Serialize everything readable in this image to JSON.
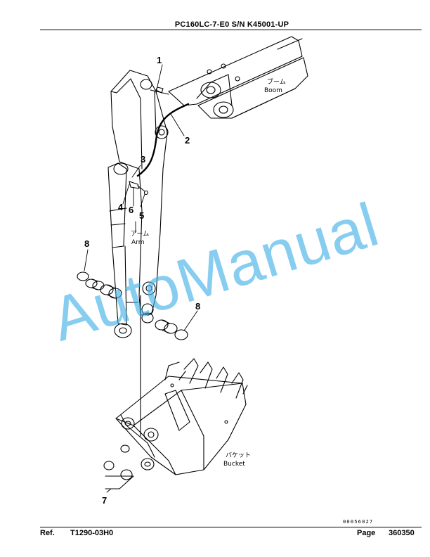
{
  "header": {
    "title": "PC160LC-7-E0 S/N K45001-UP"
  },
  "drawing": {
    "labels": {
      "boom_jp": "ブーム",
      "boom_en": "Boom",
      "arm_jp": "アーム",
      "arm_en": "Arm",
      "bucket_jp": "バケット",
      "bucket_en": "Bucket"
    },
    "callouts": [
      "1",
      "2",
      "3",
      "4",
      "5",
      "6",
      "7",
      "8",
      "8"
    ]
  },
  "drawing_number": "00056027",
  "footer": {
    "ref_label": "Ref.",
    "ref_value": "T1290-03H0",
    "page_label": "Page",
    "page_value": "360350"
  },
  "watermark": "AutoManual",
  "colors": {
    "watermark": "#3fb0e8",
    "line": "#000000"
  }
}
